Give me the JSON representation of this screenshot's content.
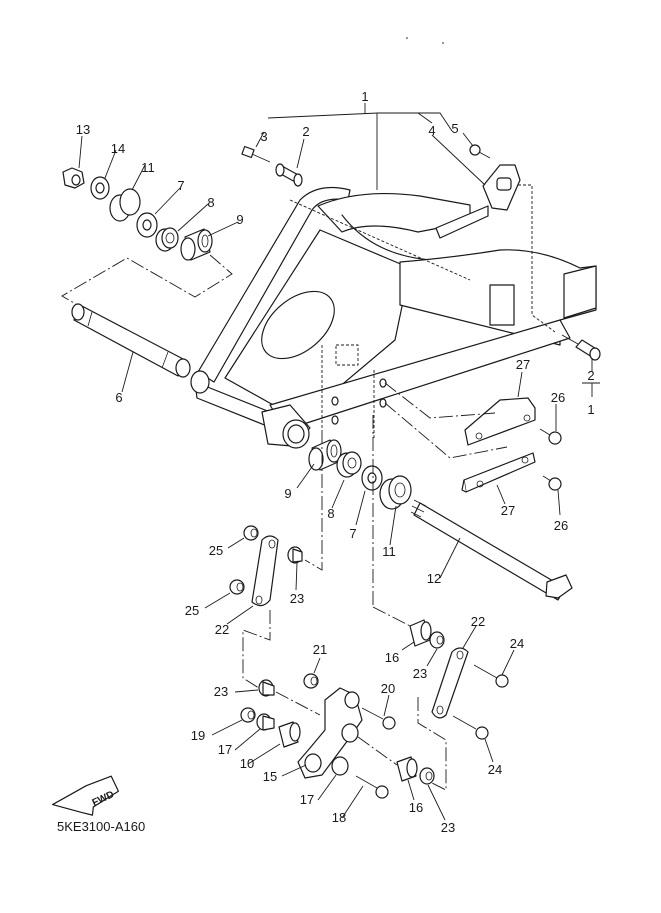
{
  "diagram": {
    "title_code": "5KE3100-A160",
    "direction_label": "FWD",
    "callouts": [
      {
        "id": "c1",
        "label": "1"
      },
      {
        "id": "c1b",
        "label": "1"
      },
      {
        "id": "c2a",
        "label": "2"
      },
      {
        "id": "c2b",
        "label": "2"
      },
      {
        "id": "c3",
        "label": "3"
      },
      {
        "id": "c4",
        "label": "4"
      },
      {
        "id": "c5",
        "label": "5"
      },
      {
        "id": "c6",
        "label": "6"
      },
      {
        "id": "c7a",
        "label": "7"
      },
      {
        "id": "c7b",
        "label": "7"
      },
      {
        "id": "c8a",
        "label": "8"
      },
      {
        "id": "c8b",
        "label": "8"
      },
      {
        "id": "c9a",
        "label": "9"
      },
      {
        "id": "c9b",
        "label": "9"
      },
      {
        "id": "c10",
        "label": "10"
      },
      {
        "id": "c11a",
        "label": "11"
      },
      {
        "id": "c11b",
        "label": "11"
      },
      {
        "id": "c12",
        "label": "12"
      },
      {
        "id": "c13",
        "label": "13"
      },
      {
        "id": "c14",
        "label": "14"
      },
      {
        "id": "c15",
        "label": "15"
      },
      {
        "id": "c16a",
        "label": "16"
      },
      {
        "id": "c16b",
        "label": "16"
      },
      {
        "id": "c17a",
        "label": "17"
      },
      {
        "id": "c17b",
        "label": "17"
      },
      {
        "id": "c18",
        "label": "18"
      },
      {
        "id": "c19",
        "label": "19"
      },
      {
        "id": "c20",
        "label": "20"
      },
      {
        "id": "c21",
        "label": "21"
      },
      {
        "id": "c22a",
        "label": "22"
      },
      {
        "id": "c22b",
        "label": "22"
      },
      {
        "id": "c23a",
        "label": "23"
      },
      {
        "id": "c23b",
        "label": "23"
      },
      {
        "id": "c23c",
        "label": "23"
      },
      {
        "id": "c23d",
        "label": "23"
      },
      {
        "id": "c24a",
        "label": "24"
      },
      {
        "id": "c24b",
        "label": "24"
      },
      {
        "id": "c25a",
        "label": "25"
      },
      {
        "id": "c25b",
        "label": "25"
      },
      {
        "id": "c26a",
        "label": "26"
      },
      {
        "id": "c26b",
        "label": "26"
      },
      {
        "id": "c27a",
        "label": "27"
      },
      {
        "id": "c27b",
        "label": "27"
      }
    ]
  }
}
